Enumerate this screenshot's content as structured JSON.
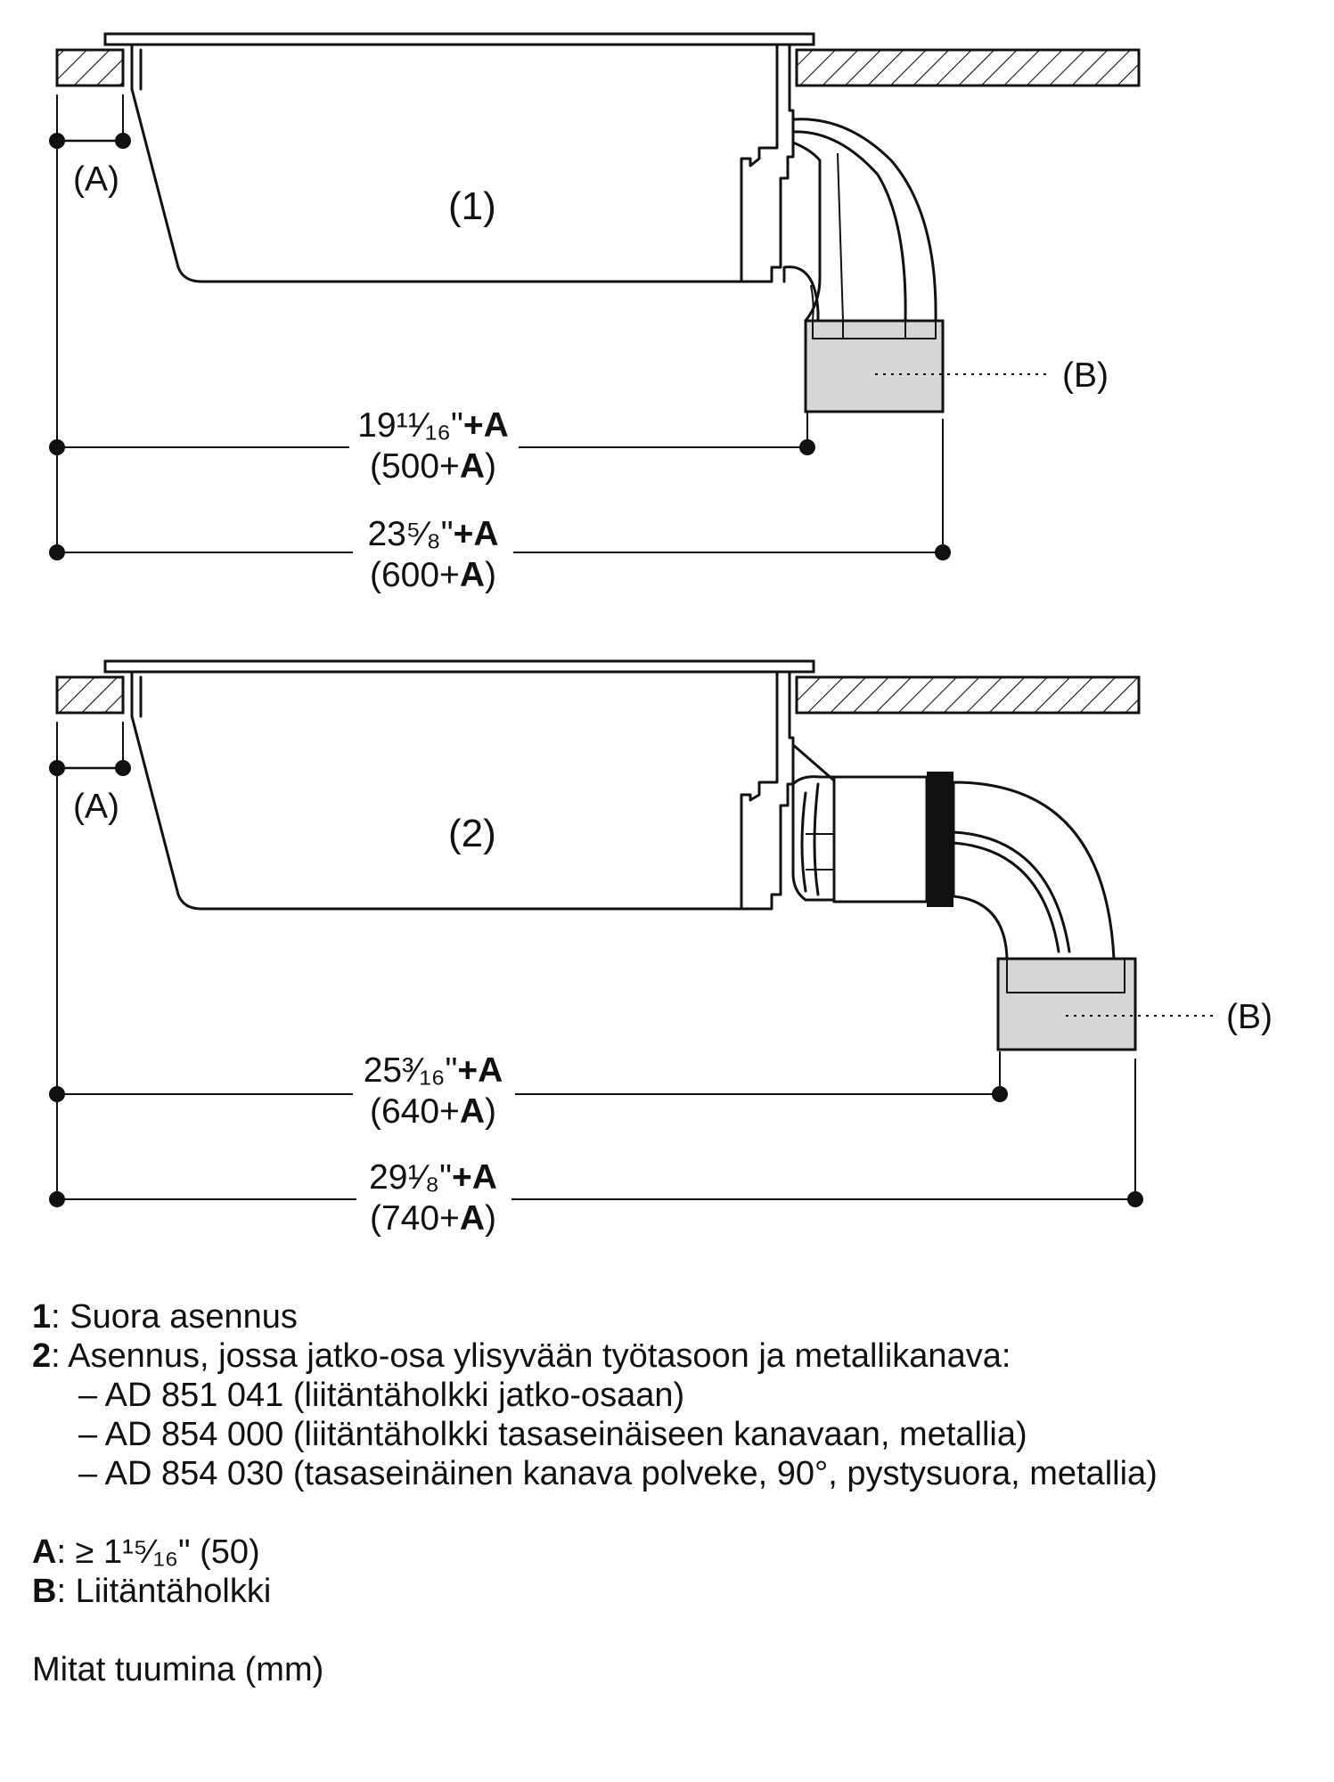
{
  "diagram1": {
    "number_label": "(1)",
    "a_label": "(A)",
    "b_label": "(B)",
    "dim_inner_in_value": "19¹¹⁄₁₆\"",
    "dim_inner_in_suffix": "+A",
    "dim_inner_mm_value": "(500+",
    "dim_inner_mm_key": "A",
    "dim_inner_mm_close": ")",
    "dim_outer_in_value": "23⁵⁄₈\"",
    "dim_outer_in_suffix": "+A",
    "dim_outer_mm_value": "(600+",
    "dim_outer_mm_key": "A",
    "dim_outer_mm_close": ")"
  },
  "diagram2": {
    "number_label": "(2)",
    "a_label": "(A)",
    "b_label": "(B)",
    "dim_inner_in_value": "25³⁄₁₆\"",
    "dim_inner_in_suffix": "+A",
    "dim_inner_mm_value": "(640+",
    "dim_inner_mm_key": "A",
    "dim_inner_mm_close": ")",
    "dim_outer_in_value": "29¹⁄₈\"",
    "dim_outer_in_suffix": "+A",
    "dim_outer_mm_value": "(740+",
    "dim_outer_mm_key": "A",
    "dim_outer_mm_close": ")"
  },
  "legend": {
    "item1_key": "1",
    "item1_text": ":  Suora asennus",
    "item2_key": "2",
    "item2_text": ":  Asennus, jossa jatko-osa ylisyvään työtasoon ja metallikanava:",
    "sub1": "– AD 851 041 (liitäntäholkki jatko-osaan)",
    "sub2": "– AD 854 000 (liitäntäholkki tasaseinäiseen kanavaan, metallia)",
    "sub3": "– AD 854 030 (tasaseinäinen kanava polveke, 90°, pystysuora, metallia)",
    "a_key": "A",
    "a_text": ":  ≥ 1¹⁵⁄₁₆\" (50)",
    "b_key": "B",
    "b_text": ":  Liitäntäholkki",
    "footer": "Mitat tuumina (mm)"
  },
  "colors": {
    "line": "#111111",
    "connector_fill": "#d6d6d6",
    "seal_fill": "#111111"
  }
}
